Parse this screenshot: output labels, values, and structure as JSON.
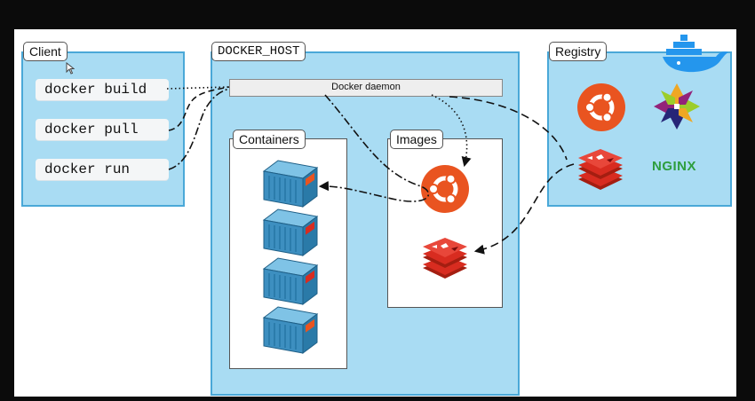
{
  "client": {
    "label": "Client",
    "commands": [
      "docker build",
      "docker pull",
      "docker run"
    ]
  },
  "host": {
    "label": "DOCKER_HOST",
    "daemon_label": "Docker daemon",
    "containers_label": "Containers",
    "images_label": "Images"
  },
  "registry": {
    "label": "Registry",
    "nginx_label": "NGINX"
  },
  "colors": {
    "panel_fill": "#a9dcf3",
    "panel_border": "#4aa8d8",
    "ubuntu": "#e95420",
    "redis": "#d82c20",
    "container": "#3d8fc0",
    "nginx": "#2e9e3e",
    "docker_logo": "#2496ed"
  },
  "icons": [
    "docker-whale-icon",
    "ubuntu-icon",
    "centos-icon",
    "redis-icon",
    "nginx-logo",
    "container-icon",
    "mouse-cursor-icon"
  ]
}
